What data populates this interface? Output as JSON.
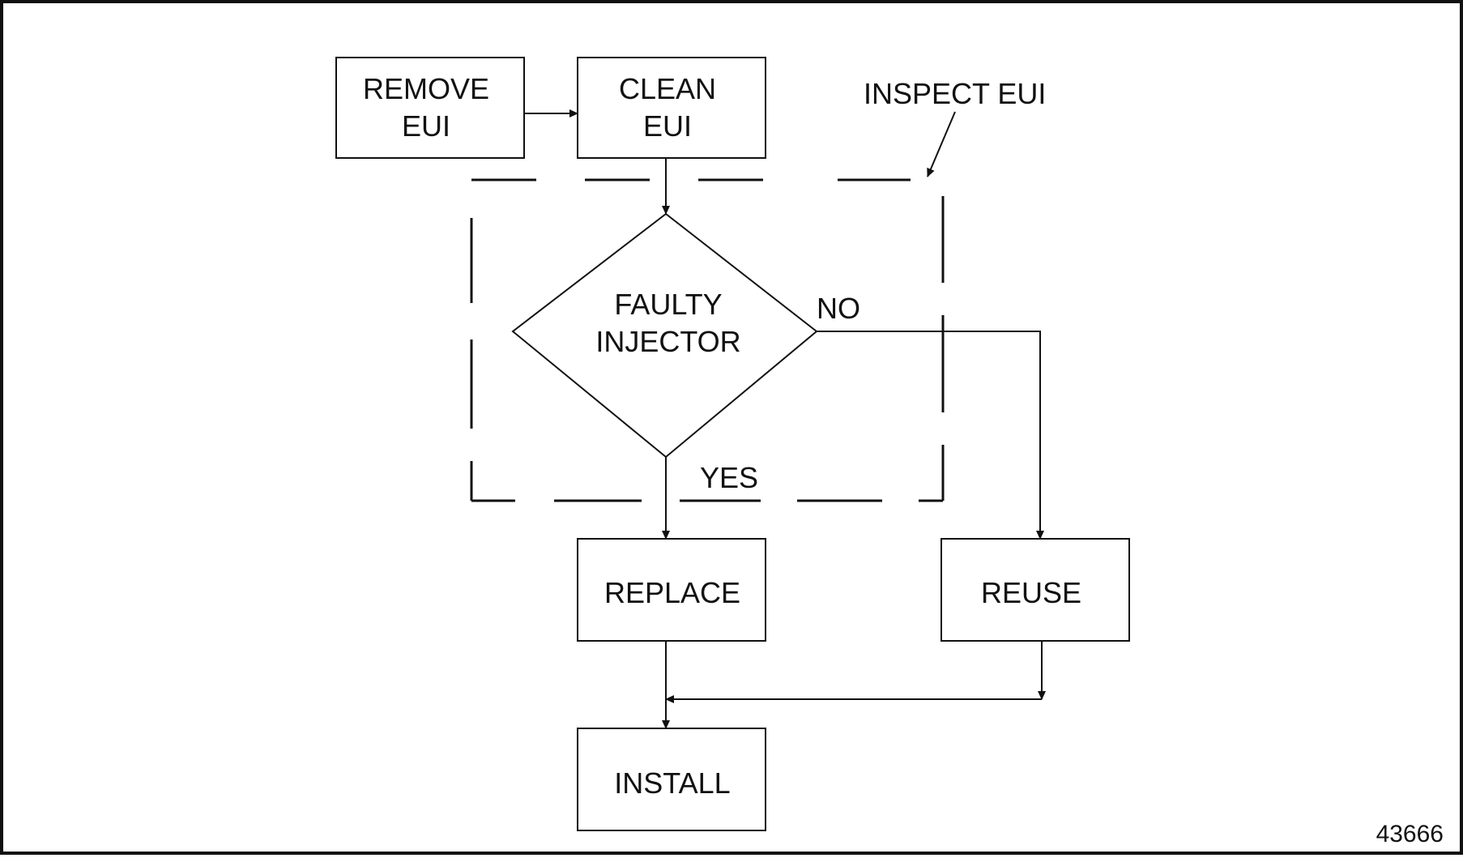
{
  "diagram": {
    "nodes": {
      "remove": {
        "line1": "REMOVE",
        "line2": "EUI"
      },
      "clean": {
        "line1": "CLEAN",
        "line2": "EUI"
      },
      "decision": {
        "line1": "FAULTY",
        "line2": "INJECTOR"
      },
      "replace": {
        "label": "REPLACE"
      },
      "reuse": {
        "label": "REUSE"
      },
      "install": {
        "label": "INSTALL"
      }
    },
    "group_label": "INSPECT EUI",
    "edge_labels": {
      "yes": "YES",
      "no": "NO"
    },
    "figure_number": "43666"
  },
  "colors": {
    "stroke": "#111111",
    "background": "#ffffff"
  }
}
